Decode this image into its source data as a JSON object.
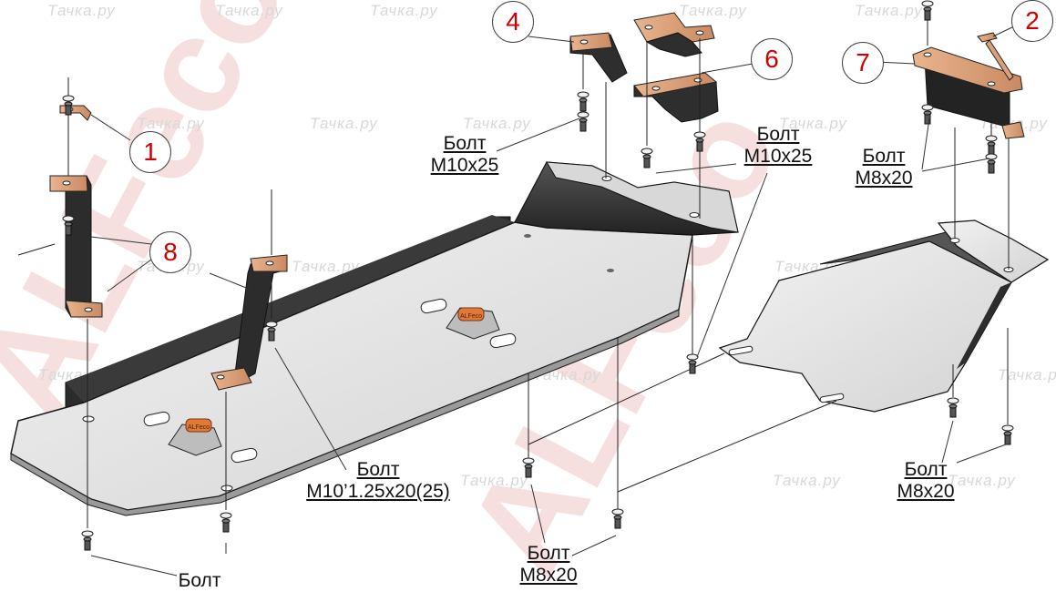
{
  "callouts": [
    "1",
    "2",
    "4",
    "6",
    "7",
    "8"
  ],
  "labels": {
    "bolt_m10x25_left": {
      "line1": "Болт",
      "line2": "M10x25"
    },
    "bolt_m10x25_right": {
      "line1": "Болт",
      "line2": "M10x25"
    },
    "bolt_m8x20_top_right": {
      "line1": "Болт",
      "line2": "M8x20"
    },
    "bolt_m10_center": {
      "line1": "Болт",
      "line2": "M10’1.25x20(25)"
    },
    "bolt_m8x20_bottom_right": {
      "line1": "Болт",
      "line2": "M8x20"
    },
    "bolt_m8x20_bottom_center": {
      "line1": "Болт",
      "line2": "M8x20"
    },
    "bolt_bottom_left": {
      "line1": "Болт"
    }
  },
  "watermark_text": "Тачка.ру",
  "brand_watermark": "ALFeco",
  "plate_badge_text": "ALFeco",
  "colors": {
    "plate": "#e3e3e3",
    "plate_edge": "#2a2a2a",
    "plate_dark": "#3a3a3a",
    "bracket": "#d9a07a",
    "callout_number": "#d00000",
    "watermark_red": "#e9b8b8"
  }
}
